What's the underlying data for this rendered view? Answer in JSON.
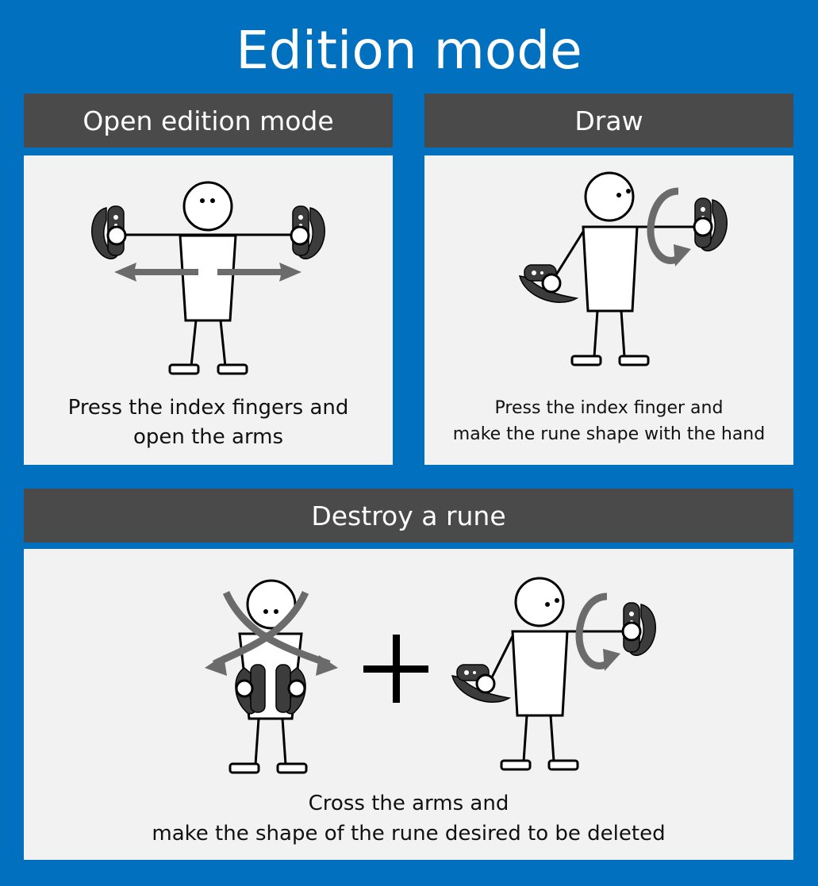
{
  "title": "Edition mode",
  "sections": {
    "open": {
      "header": "Open edition mode",
      "caption_line1": "Press the index fingers and",
      "caption_line2": "open the arms"
    },
    "draw": {
      "header": "Draw",
      "caption_line1": "Press the index finger and",
      "caption_line2": "make the rune shape with the hand"
    },
    "destroy": {
      "header": "Destroy a rune",
      "caption_line1": "Cross the arms and",
      "caption_line2": "make the shape of the rune desired to be deleted"
    }
  },
  "colors": {
    "background": "#0070bf",
    "header": "#4a4a4a",
    "panel": "#f2f2f2",
    "arrow": "#6b6b6b"
  }
}
